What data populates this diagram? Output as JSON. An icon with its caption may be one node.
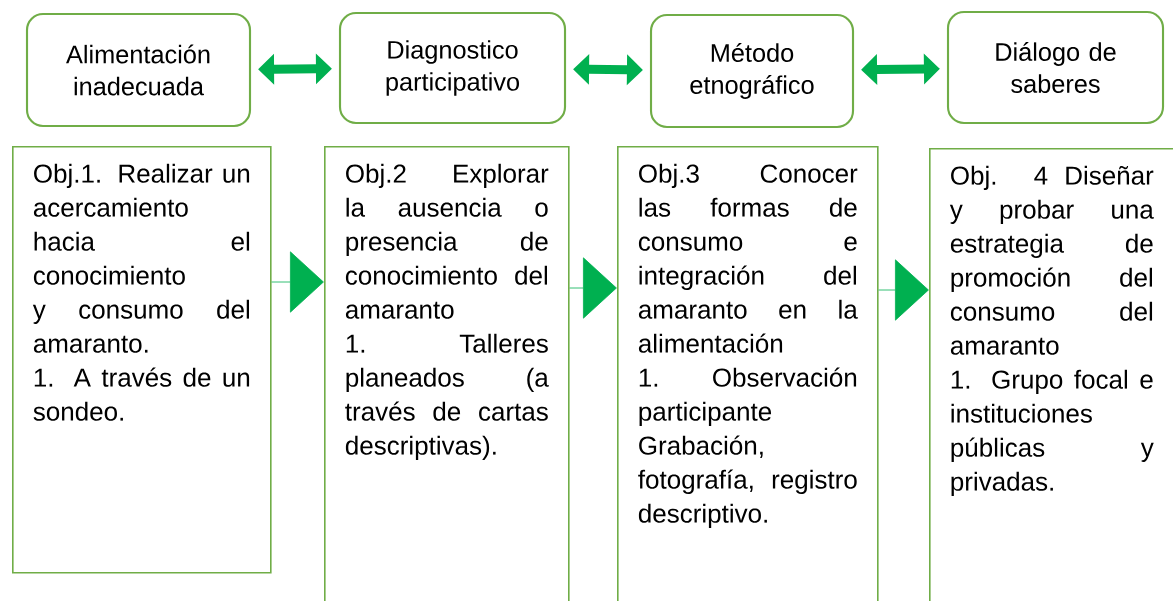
{
  "diagram": {
    "nodes": [
      {
        "text": [
          "Alimentación inadecuada"
        ]
      },
      {
        "text": [
          "Diagnostico participativo"
        ]
      },
      {
        "text": [
          "Método etnográfico"
        ]
      },
      {
        "text": [
          "Diálogo de saberes"
        ]
      },
      {
        "text": [
          "Obj.1. Realizar un acercamiento hacia el conocimiento y consumo del amaranto.",
          "1. A través de un sondeo."
        ]
      },
      {
        "text": [
          "Obj.2 Explorar la ausencia o presencia de conocimiento del amaranto",
          "1. Talleres planeados (a través de cartas descriptivas)."
        ]
      },
      {
        "text": [
          "Obj.3 Conocer las formas de consumo e integración del amaranto en la alimentación",
          "1. Observación participante Grabación, fotografía, registro descriptivo."
        ]
      },
      {
        "text": [
          "Obj. 4 Diseñar y probar una estrategia de promoción del consumo del amaranto",
          "1. Grupo focal e instituciones públicas y privadas."
        ]
      }
    ],
    "edges": [
      {
        "from": 0,
        "to": 1,
        "arrow": "both",
        "style": "thick"
      },
      {
        "from": 1,
        "to": 2,
        "arrow": "both",
        "style": "thick"
      },
      {
        "from": 2,
        "to": 3,
        "arrow": "both",
        "style": "thick"
      },
      {
        "from": 4,
        "to": 5,
        "arrow": "to"
      },
      {
        "from": 5,
        "to": 6,
        "arrow": "to"
      },
      {
        "from": 6,
        "to": 7,
        "arrow": "to"
      }
    ]
  }
}
